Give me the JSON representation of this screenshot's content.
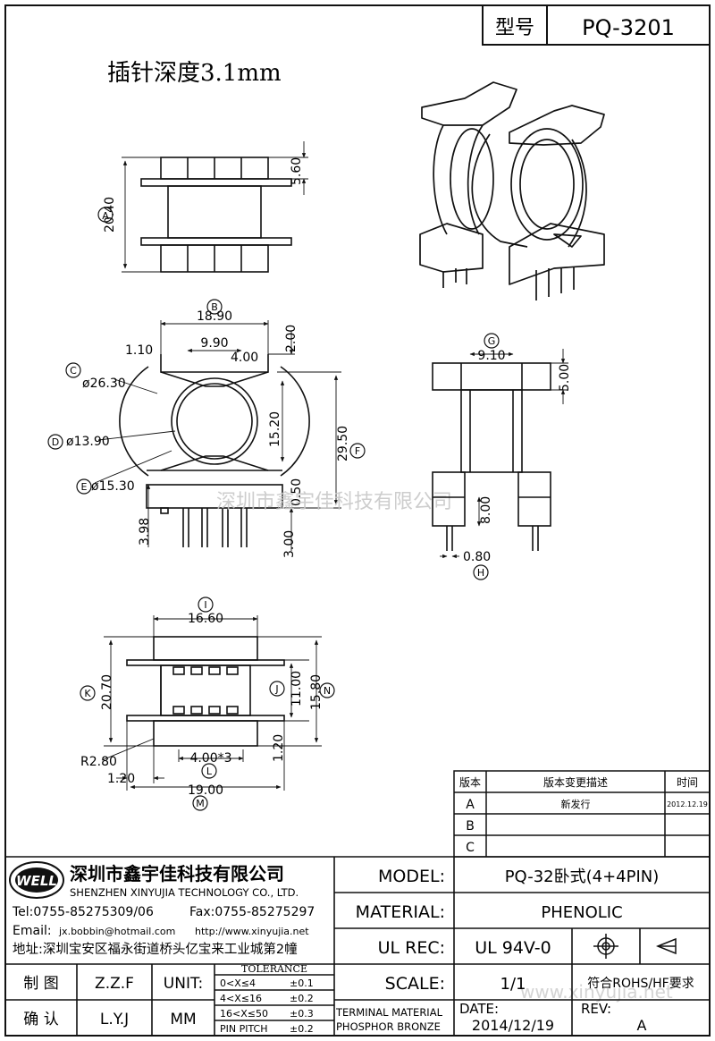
{
  "header": {
    "model_label": "型号",
    "model_value": "PQ-3201"
  },
  "note": "插针深度3.1mm",
  "watermark": {
    "company": "深圳市鑫宇佳科技有限公司",
    "url": "www.xinyujia.net"
  },
  "dims": {
    "A": "A",
    "B": "B",
    "C": "C",
    "D": "D",
    "E": "E",
    "F": "F",
    "G": "G",
    "H": "H",
    "I": "I",
    "J": "J",
    "K": "K",
    "L": "L",
    "M": "M",
    "N": "N",
    "h_20_40": "20.40",
    "h_5_60": "5.60",
    "v_18_90": "18.90",
    "v_9_90": "9.90",
    "v_1_10": "1.10",
    "v_4_00": "4.00",
    "v_2_00": "2.00",
    "v_26_30": "ø26.30",
    "v_13_90": "ø13.90",
    "v_15_30": "ø15.30",
    "v_15_20": "15.20",
    "v_29_50": "29.50",
    "v_0_50": "0.50",
    "v_3_98": "3.98",
    "v_3_00": "3.00",
    "s_9_10": "9.10",
    "s_5_00": "5.00",
    "s_8_00": "8.00",
    "s_0_80": "0.80",
    "b_16_60": "16.60",
    "b_20_70": "20.70",
    "b_11_00": "11.00",
    "b_15_80": "15.80",
    "b_1_20": "1.20",
    "b_r2_80": "R2.80",
    "b_4_00x3": "4.00*3",
    "b_1_20b": "1.20",
    "b_19_00": "19.00"
  },
  "revisions": {
    "headers": [
      "版本",
      "版本变更描述",
      "时间"
    ],
    "rows": [
      {
        "ver": "A",
        "desc": "新发行",
        "date": "2012.12.19"
      },
      {
        "ver": "B",
        "desc": "",
        "date": ""
      },
      {
        "ver": "C",
        "desc": "",
        "date": ""
      }
    ]
  },
  "company": {
    "logo_text": "WELL",
    "name_cn": "深圳市鑫宇佳科技有限公司",
    "name_en": "SHENZHEN XINYUJIA TECHNOLOGY CO., LTD.",
    "tel": "Tel:0755-85275309/06",
    "fax": "Fax:0755-85275297",
    "email": "Email:",
    "email_value": "jx.bobbin@hotmail.com",
    "http": "http://www.xinyujia.net",
    "address": "地址:深圳宝安区福永街道桥头亿宝来工业城第2幢"
  },
  "titleblock": {
    "model_label": "MODEL:",
    "model_value": "PQ-32卧式(4+4PIN)",
    "material_label": "MATERIAL:",
    "material_value": "PHENOLIC",
    "ulrec_label": "UL REC:",
    "ulrec_value": "UL 94V-0",
    "scale_label": "SCALE:",
    "scale_value": "1/1",
    "rohs": "符合ROHS/HF要求",
    "terminal_label": "TERMINAL MATERIAL",
    "terminal_value": "PHOSPHOR BRONZE",
    "date_label": "DATE:",
    "date_value": "2014/12/19",
    "rev_label": "REV:",
    "rev_value": "A",
    "drawn_label": "制 图",
    "drawn_value": "Z.Z.F",
    "check_label": "确 认",
    "check_value": "L.Y.J",
    "unit_label": "UNIT:",
    "unit_value": "MM",
    "tolerance_title": "TOLERANCE",
    "tolerances": [
      {
        "range": "0<X≤4",
        "tol": "±0.1"
      },
      {
        "range": "4<X≤16",
        "tol": "±0.2"
      },
      {
        "range": "16<X≤50",
        "tol": "±0.3"
      },
      {
        "range": "PIN PITCH",
        "tol": "±0.2"
      }
    ]
  }
}
